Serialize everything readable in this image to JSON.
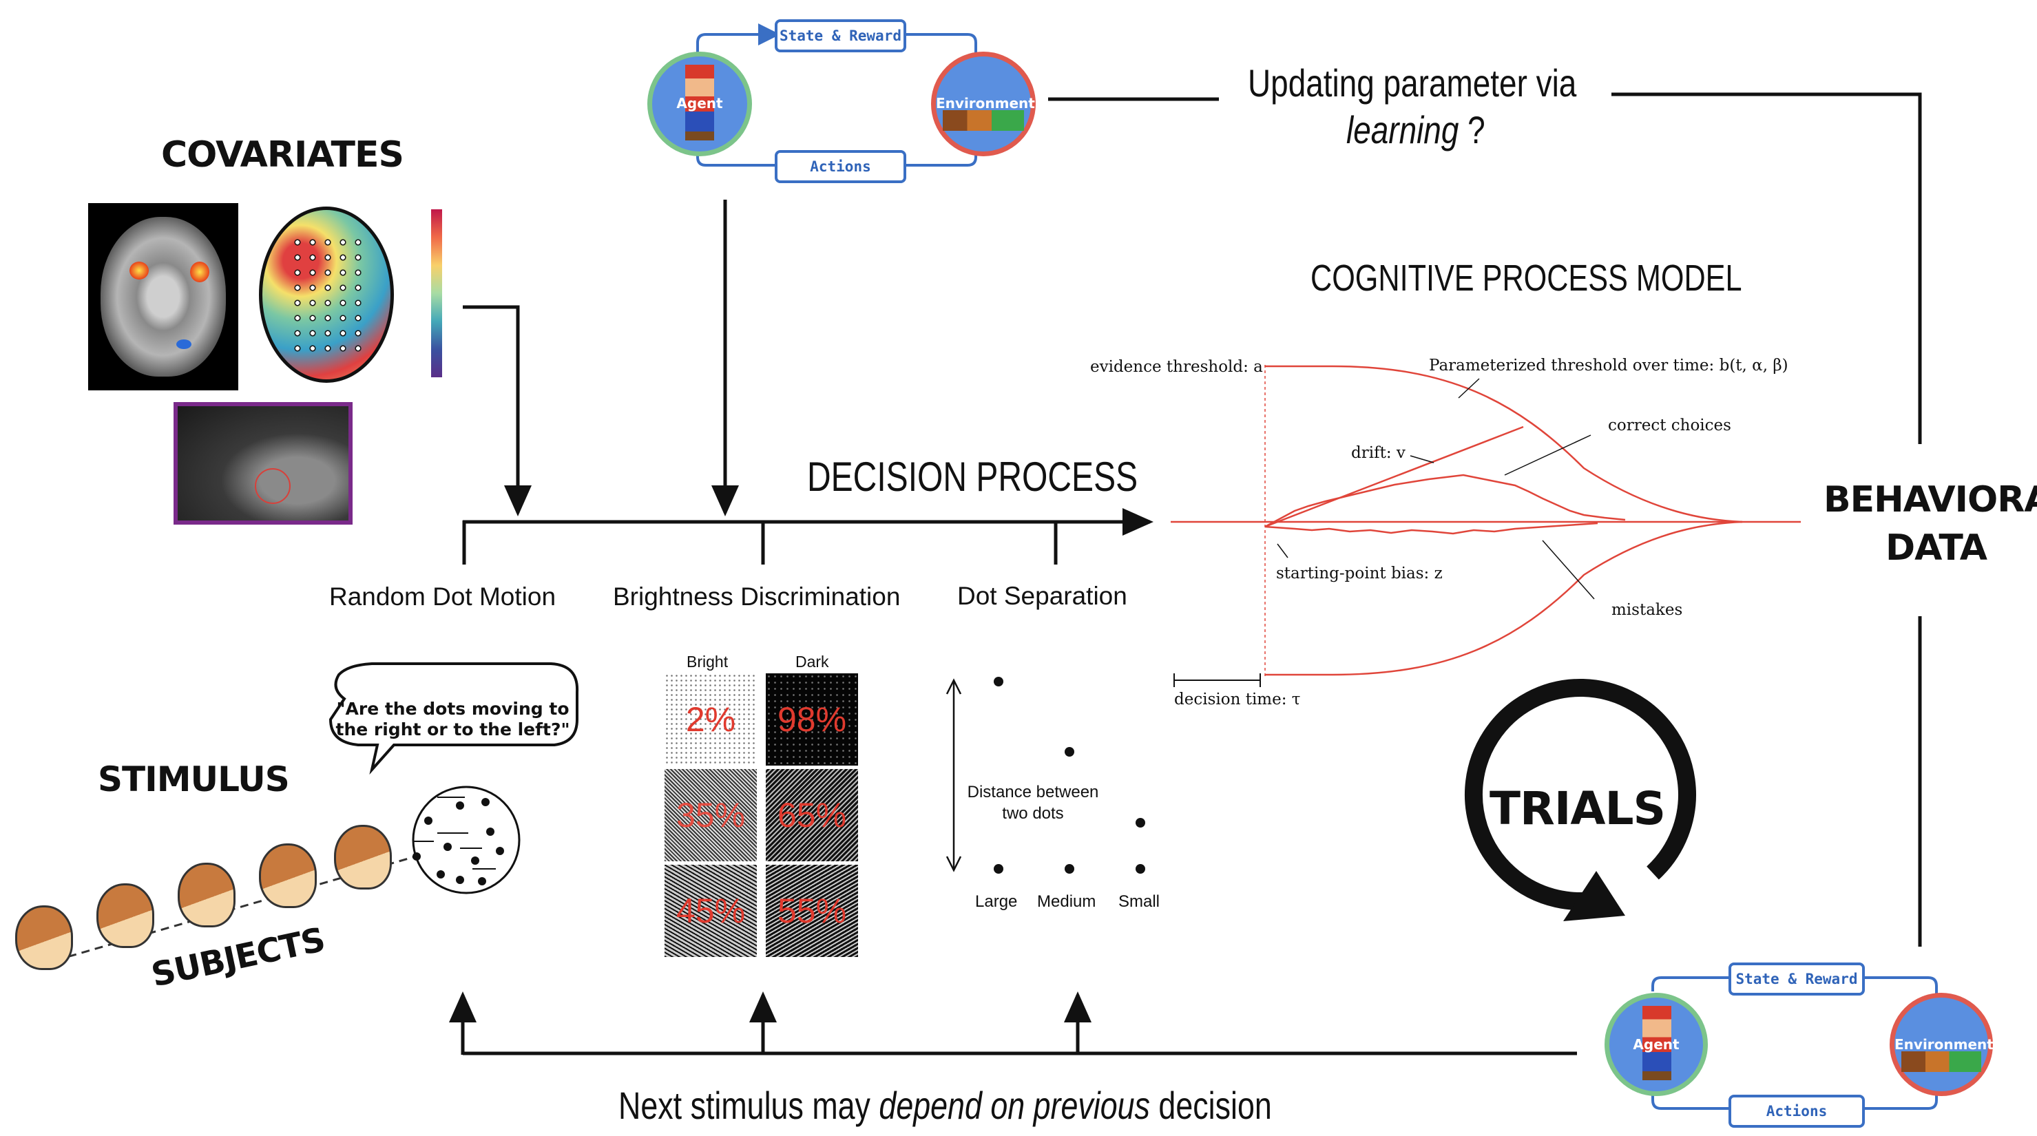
{
  "rl_loop_top": {
    "state_reward": "State & Reward",
    "actions": "Actions",
    "agent": "Agent",
    "environment": "Environment"
  },
  "rl_loop_bottom": {
    "state_reward": "State & Reward",
    "actions": "Actions",
    "agent": "Agent",
    "environment": "Environment"
  },
  "covariates": {
    "title": "COVARIATES"
  },
  "update": {
    "line1": "Updating parameter via",
    "line2_italic": "learning",
    "line2_rest": " ?"
  },
  "cognitive_model": {
    "title": "COGNITIVE PROCESS MODEL",
    "evidence_threshold": "evidence threshold: a",
    "param_threshold": "Parameterized threshold over time: b(t, α, β)",
    "correct_choices": "correct choices",
    "drift": "drift: v",
    "starting_point": "starting-point bias: z",
    "mistakes": "mistakes",
    "decision_time": "decision time: τ"
  },
  "decision_process": {
    "title": "DECISION PROCESS",
    "tasks": [
      "Random Dot Motion",
      "Brightness Discrimination",
      "Dot Separation"
    ]
  },
  "behavioral": {
    "line1": "BEHAVIORAL",
    "line2": "DATA"
  },
  "stimulus": {
    "title": "STIMULUS",
    "subjects": "SUBJECTS",
    "speech": "\"Are the dots moving to the right or to the left?\""
  },
  "brightness": {
    "col_bright": "Bright",
    "col_dark": "Dark",
    "tiles": [
      "2%",
      "98%",
      "35%",
      "65%",
      "45%",
      "55%"
    ]
  },
  "dot_separation": {
    "distance_label": "Distance between two dots",
    "sizes": [
      "Large",
      "Medium",
      "Small"
    ]
  },
  "trials": {
    "label": "TRIALS"
  },
  "footer": {
    "pre": "Next stimulus may ",
    "italic": "depend on previous",
    "post": " decision"
  },
  "colors": {
    "accent_blue": "#3a6fc4",
    "model_red": "#e0453a",
    "agent_ring": "#7cc48a",
    "env_ring": "#e05a4e"
  }
}
